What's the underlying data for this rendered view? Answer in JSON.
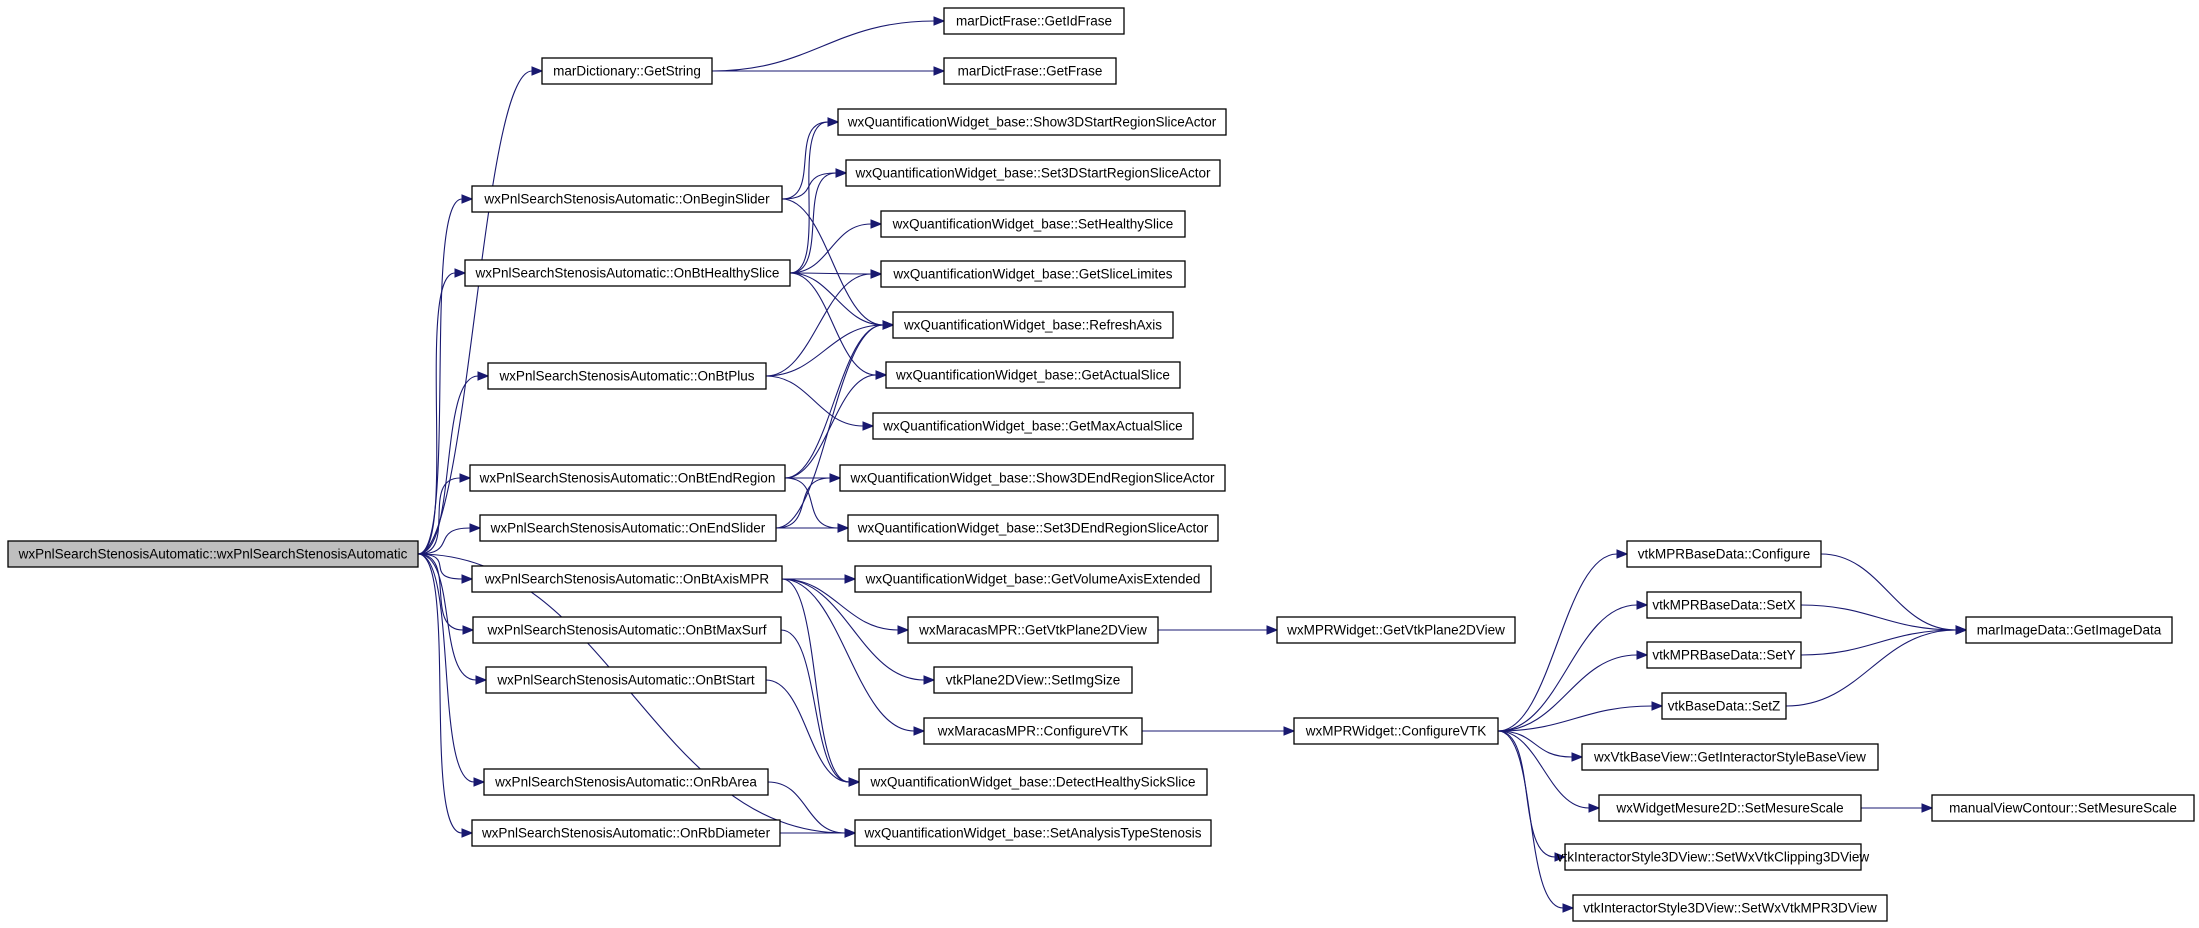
{
  "colors": {
    "edge": "#191970",
    "root_fill": "#bfbfbf",
    "node_fill": "#ffffff",
    "node_border": "#000000"
  },
  "nodes": {
    "root": "wxPnlSearchStenosisAutomatic::wxPnlSearchStenosisAutomatic",
    "mar_dict_getstring": "marDictionary::GetString",
    "mar_frase_getidfrase": "marDictFrase::GetIdFrase",
    "mar_frase_getfrase": "marDictFrase::GetFrase",
    "on_begin_slider": "wxPnlSearchStenosisAutomatic::OnBeginSlider",
    "on_bt_healthy_slice": "wxPnlSearchStenosisAutomatic::OnBtHealthySlice",
    "on_bt_plus": "wxPnlSearchStenosisAutomatic::OnBtPlus",
    "on_bt_end_region": "wxPnlSearchStenosisAutomatic::OnBtEndRegion",
    "on_end_slider": "wxPnlSearchStenosisAutomatic::OnEndSlider",
    "on_bt_axis_mpr": "wxPnlSearchStenosisAutomatic::OnBtAxisMPR",
    "on_bt_max_surf": "wxPnlSearchStenosisAutomatic::OnBtMaxSurf",
    "on_bt_start": "wxPnlSearchStenosisAutomatic::OnBtStart",
    "on_rb_area": "wxPnlSearchStenosisAutomatic::OnRbArea",
    "on_rb_diameter": "wxPnlSearchStenosisAutomatic::OnRbDiameter",
    "qw_show3d_start": "wxQuantificationWidget_base::Show3DStartRegionSliceActor",
    "qw_set3d_start": "wxQuantificationWidget_base::Set3DStartRegionSliceActor",
    "qw_set_healthy_slice": "wxQuantificationWidget_base::SetHealthySlice",
    "qw_get_slice_limites": "wxQuantificationWidget_base::GetSliceLimites",
    "qw_refresh_axis": "wxQuantificationWidget_base::RefreshAxis",
    "qw_get_actual_slice": "wxQuantificationWidget_base::GetActualSlice",
    "qw_get_max_actual_slice": "wxQuantificationWidget_base::GetMaxActualSlice",
    "qw_show3d_end": "wxQuantificationWidget_base::Show3DEndRegionSliceActor",
    "qw_set3d_end": "wxQuantificationWidget_base::Set3DEndRegionSliceActor",
    "qw_get_volume_axis_extended": "wxQuantificationWidget_base::GetVolumeAxisExtended",
    "mpr_get_vtk_plane2dview": "wxMaracasMPR::GetVtkPlane2DView",
    "vtk_plane2d_set_img_size": "vtkPlane2DView::SetImgSize",
    "mpr_configure_vtk": "wxMaracasMPR::ConfigureVTK",
    "qw_detect_healthy_sick_slice": "wxQuantificationWidget_base::DetectHealthySickSlice",
    "qw_set_analysis_type_stenosis": "wxQuantificationWidget_base::SetAnalysisTypeStenosis",
    "mprw_get_vtk_plane2dview": "wxMPRWidget::GetVtkPlane2DView",
    "mprw_configure_vtk": "wxMPRWidget::ConfigureVTK",
    "vtkmpr_configure": "vtkMPRBaseData::Configure",
    "vtkmpr_setx": "vtkMPRBaseData::SetX",
    "vtkmpr_sety": "vtkMPRBaseData::SetY",
    "vtkbase_setz": "vtkBaseData::SetZ",
    "vtkbaseview_get_interactor_style": "wxVtkBaseView::GetInteractorStyleBaseView",
    "mesure2d_set_mesure_scale": "wxWidgetMesure2D::SetMesureScale",
    "is3d_set_clipping": "vtkInteractorStyle3DView::SetWxVtkClipping3DView",
    "is3d_set_mpr3dview": "vtkInteractorStyle3DView::SetWxVtkMPR3DView",
    "mar_image_get_image_data": "marImageData::GetImageData",
    "manual_contour_set_mesure_scale": "manualViewContour::SetMesureScale"
  },
  "edges": [
    [
      "root",
      "mar_dict_getstring"
    ],
    [
      "root",
      "on_begin_slider"
    ],
    [
      "root",
      "on_bt_healthy_slice"
    ],
    [
      "root",
      "on_bt_plus"
    ],
    [
      "root",
      "on_bt_end_region"
    ],
    [
      "root",
      "on_end_slider"
    ],
    [
      "root",
      "on_bt_axis_mpr"
    ],
    [
      "root",
      "on_bt_max_surf"
    ],
    [
      "root",
      "on_bt_start"
    ],
    [
      "root",
      "on_rb_area"
    ],
    [
      "root",
      "on_rb_diameter"
    ],
    [
      "root",
      "qw_set_analysis_type_stenosis"
    ],
    [
      "mar_dict_getstring",
      "mar_frase_getidfrase"
    ],
    [
      "mar_dict_getstring",
      "mar_frase_getfrase"
    ],
    [
      "on_begin_slider",
      "qw_show3d_start"
    ],
    [
      "on_begin_slider",
      "qw_set3d_start"
    ],
    [
      "on_begin_slider",
      "qw_refresh_axis"
    ],
    [
      "on_bt_healthy_slice",
      "qw_show3d_start"
    ],
    [
      "on_bt_healthy_slice",
      "qw_set3d_start"
    ],
    [
      "on_bt_healthy_slice",
      "qw_set_healthy_slice"
    ],
    [
      "on_bt_healthy_slice",
      "qw_get_slice_limites"
    ],
    [
      "on_bt_healthy_slice",
      "qw_refresh_axis"
    ],
    [
      "on_bt_healthy_slice",
      "qw_get_actual_slice"
    ],
    [
      "on_bt_plus",
      "qw_get_slice_limites"
    ],
    [
      "on_bt_plus",
      "qw_refresh_axis"
    ],
    [
      "on_bt_plus",
      "qw_get_max_actual_slice"
    ],
    [
      "on_bt_end_region",
      "qw_refresh_axis"
    ],
    [
      "on_bt_end_region",
      "qw_get_actual_slice"
    ],
    [
      "on_bt_end_region",
      "qw_show3d_end"
    ],
    [
      "on_bt_end_region",
      "qw_set3d_end"
    ],
    [
      "on_end_slider",
      "qw_refresh_axis"
    ],
    [
      "on_end_slider",
      "qw_show3d_end"
    ],
    [
      "on_end_slider",
      "qw_set3d_end"
    ],
    [
      "on_bt_axis_mpr",
      "qw_get_volume_axis_extended"
    ],
    [
      "on_bt_axis_mpr",
      "mpr_get_vtk_plane2dview"
    ],
    [
      "on_bt_axis_mpr",
      "vtk_plane2d_set_img_size"
    ],
    [
      "on_bt_axis_mpr",
      "mpr_configure_vtk"
    ],
    [
      "on_bt_axis_mpr",
      "qw_detect_healthy_sick_slice"
    ],
    [
      "on_bt_max_surf",
      "qw_detect_healthy_sick_slice"
    ],
    [
      "on_bt_start",
      "qw_detect_healthy_sick_slice"
    ],
    [
      "on_rb_area",
      "qw_set_analysis_type_stenosis"
    ],
    [
      "on_rb_diameter",
      "qw_set_analysis_type_stenosis"
    ],
    [
      "mpr_get_vtk_plane2dview",
      "mprw_get_vtk_plane2dview"
    ],
    [
      "mpr_configure_vtk",
      "mprw_configure_vtk"
    ],
    [
      "mprw_configure_vtk",
      "vtkmpr_configure"
    ],
    [
      "mprw_configure_vtk",
      "vtkmpr_setx"
    ],
    [
      "mprw_configure_vtk",
      "vtkmpr_sety"
    ],
    [
      "mprw_configure_vtk",
      "vtkbase_setz"
    ],
    [
      "mprw_configure_vtk",
      "vtkbaseview_get_interactor_style"
    ],
    [
      "mprw_configure_vtk",
      "mesure2d_set_mesure_scale"
    ],
    [
      "mprw_configure_vtk",
      "is3d_set_clipping"
    ],
    [
      "mprw_configure_vtk",
      "is3d_set_mpr3dview"
    ],
    [
      "vtkmpr_configure",
      "mar_image_get_image_data"
    ],
    [
      "vtkmpr_setx",
      "mar_image_get_image_data"
    ],
    [
      "vtkmpr_sety",
      "mar_image_get_image_data"
    ],
    [
      "vtkbase_setz",
      "mar_image_get_image_data"
    ],
    [
      "mesure2d_set_mesure_scale",
      "manual_contour_set_mesure_scale"
    ]
  ]
}
